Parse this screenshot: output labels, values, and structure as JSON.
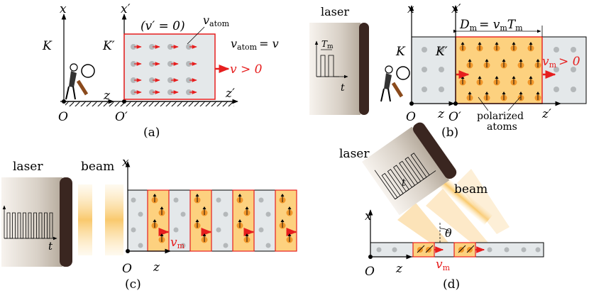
{
  "panel_a": {
    "caption": "(a)",
    "axis_x": "x",
    "axis_x_prime": "x′",
    "axis_z": "z",
    "axis_z_prime": "z′",
    "frame_k": "K",
    "frame_k_prime": "K′",
    "origin": "O",
    "origin_prime": "O′",
    "v_prime_label": "(v′ = 0)",
    "v_atom_label": "v",
    "v_atom_sub": "atom",
    "v_atom_eq": "v",
    "v_atom_eq_sub": "atom",
    "v_atom_eq_rhs": "= v",
    "velocity_label": "v > 0"
  },
  "panel_b": {
    "caption": "(b)",
    "laser_label": "laser",
    "period_label": "T",
    "period_sub": "m",
    "t_label": "t",
    "dm_label": "D",
    "dm_sub": "m",
    "dm_rhs": "= v",
    "dm_rhs_sub": "m",
    "dm_rhs2": "T",
    "dm_rhs2_sub": "m",
    "axis_x_prime": "x′",
    "frame_k": "K",
    "frame_k_prime": "K′",
    "origin": "O",
    "origin_prime": "O′",
    "axis_z": "z",
    "axis_z_prime": "z′",
    "vm_label": "v",
    "vm_sub": "m",
    "vm_rhs": "> 0",
    "polarized_line1": "polarized",
    "polarized_line2": "atoms"
  },
  "panel_c": {
    "caption": "(c)",
    "laser_label": "laser",
    "beam_label": "beam",
    "t_label": "t",
    "axis_x": "x",
    "axis_z": "z",
    "origin": "O",
    "vm_label": "v",
    "vm_sub": "m"
  },
  "panel_d": {
    "caption": "(d)",
    "laser_label": "laser",
    "beam_label": "beam",
    "t_label": "t",
    "theta_label": "θ",
    "axis_x": "x",
    "axis_z": "z",
    "origin": "O",
    "vm_label": "v",
    "vm_sub": "m"
  },
  "colors": {
    "polarized_fill": "#fdd17f",
    "atom_gray": "#b4b8ba",
    "cell_bg": "#e4e8ea",
    "arrow_red": "#e61e1e",
    "laser_edge": "#3a2620"
  }
}
